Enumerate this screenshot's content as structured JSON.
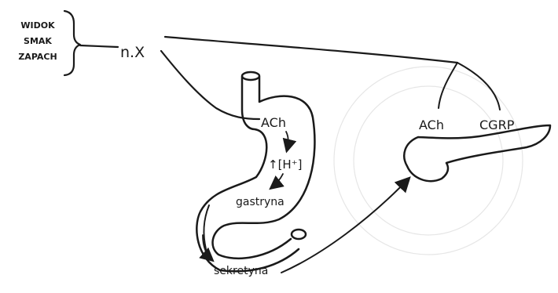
{
  "stimuli": [
    "WIDOK",
    "SMAK",
    "ZAPACH"
  ],
  "nerve_label": "n.X",
  "stomach": {
    "ach": "ACh",
    "proton": "↑[H⁺]",
    "gastrin": "gastryna",
    "secretin": "sekretyna"
  },
  "pancreas": {
    "ach": "ACh",
    "cgrp": "CGRP"
  },
  "colors": {
    "ink": "#1a1a1a",
    "paper": "#ffffff",
    "faint": "#e6e6e6"
  }
}
